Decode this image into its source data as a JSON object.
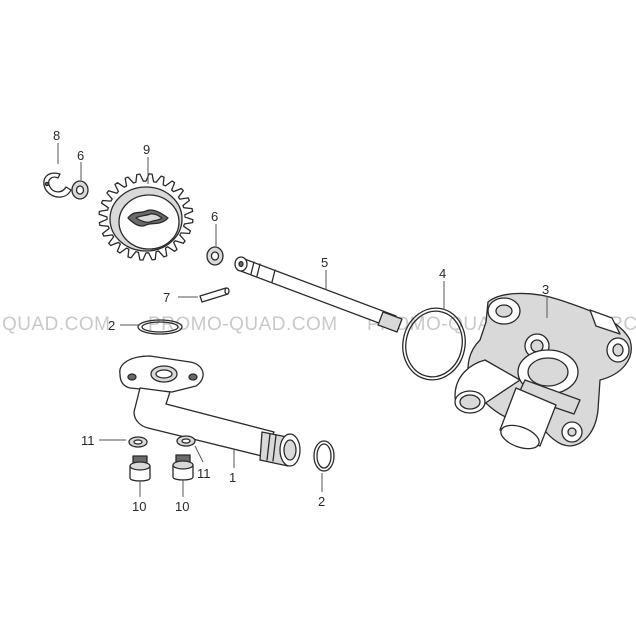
{
  "watermarks": [
    "QUAD.COM",
    "PROMO-QUAD.COM",
    "PROMO-QUAD.COM",
    "PRC"
  ],
  "callouts": [
    "8",
    "6",
    "9",
    "6",
    "5",
    "7",
    "4",
    "3",
    "2",
    "11",
    "11",
    "1",
    "2",
    "10",
    "10"
  ]
}
